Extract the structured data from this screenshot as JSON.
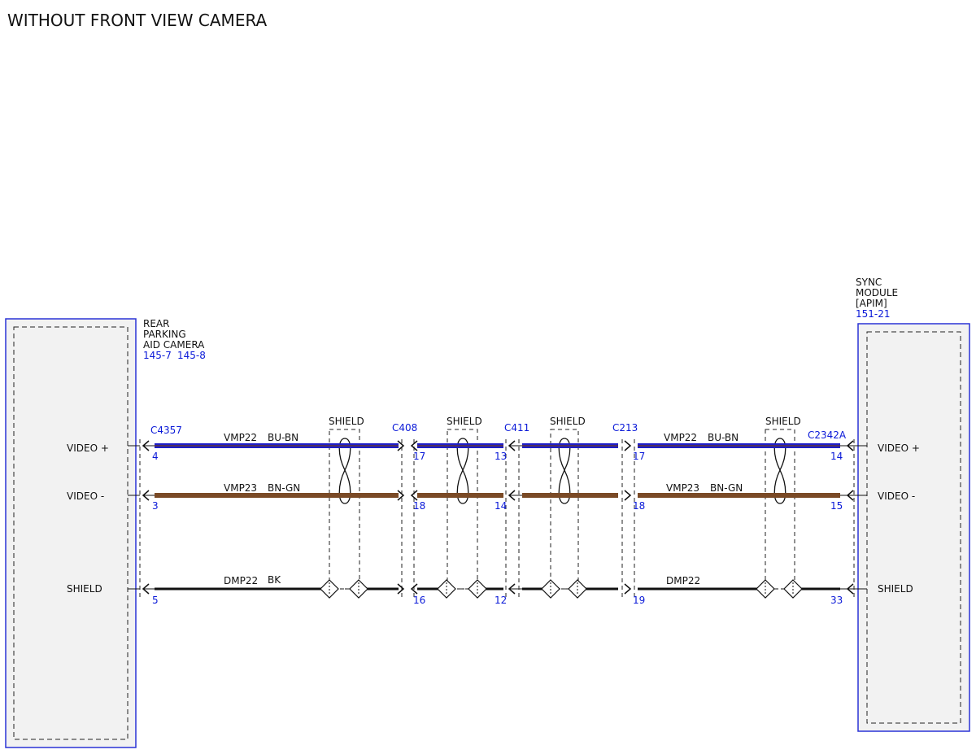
{
  "title": "WITHOUT FRONT VIEW CAMERA",
  "colors": {
    "box_border": "#2a33d6",
    "box_fill": "#f2f2f2",
    "ref_text": "#0a19d8",
    "wire_bu_bn": "#1e1ec8",
    "wire_bu_bn_stripe": "#6b3a1e",
    "wire_bn_gn": "#7a4a26",
    "wire_bk": "#111111"
  },
  "left_module": {
    "name_lines": [
      "REAR",
      "PARKING",
      "AID CAMERA"
    ],
    "refs": [
      "145-7",
      "145-8"
    ],
    "pins": [
      "VIDEO +",
      "VIDEO -",
      "SHIELD"
    ]
  },
  "right_module": {
    "name_lines": [
      "SYNC",
      "MODULE",
      "[APIM]"
    ],
    "refs": [
      "151-21"
    ],
    "pins": [
      "VIDEO +",
      "VIDEO -",
      "SHIELD"
    ]
  },
  "connectors": [
    {
      "name": "C4357",
      "pins": [
        "4",
        "3",
        "5"
      ]
    },
    {
      "name": "C408",
      "pins_left": [
        "",
        "",
        ""
      ],
      "pins_right": [
        "17",
        "18",
        "16"
      ]
    },
    {
      "name": "C411",
      "pins_left": [
        "13",
        "14",
        "12"
      ]
    },
    {
      "name": "C213",
      "pins_right": [
        "17",
        "18",
        "19"
      ]
    },
    {
      "name": "C2342A",
      "pins": [
        "14",
        "15",
        "33"
      ]
    }
  ],
  "shields": [
    "SHIELD",
    "SHIELD",
    "SHIELD",
    "SHIELD"
  ],
  "circuits": [
    {
      "id": "VMP22",
      "color": "BU-BN"
    },
    {
      "id": "VMP23",
      "color": "BN-GN"
    },
    {
      "id": "DMP22",
      "color": "BK"
    },
    {
      "id": "VMP22",
      "color": "BU-BN"
    },
    {
      "id": "VMP23",
      "color": "BN-GN"
    },
    {
      "id": "DMP22",
      "color": ""
    }
  ]
}
